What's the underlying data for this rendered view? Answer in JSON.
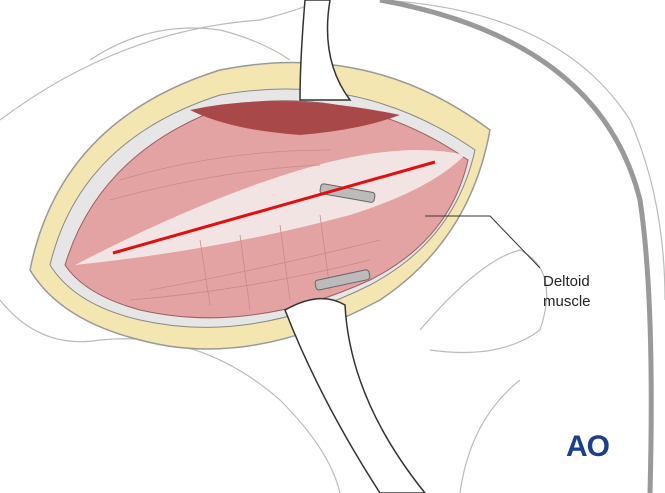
{
  "labels": {
    "deltoid_line1": "Deltoid",
    "deltoid_line2": "muscle"
  },
  "logo": {
    "text": "AO"
  },
  "colors": {
    "skin_edge": "#f3e6b0",
    "muscle": "#e3a3a3",
    "muscle_dark": "#a84848",
    "incision": "#e01010",
    "logo": "#1a3f8f"
  }
}
